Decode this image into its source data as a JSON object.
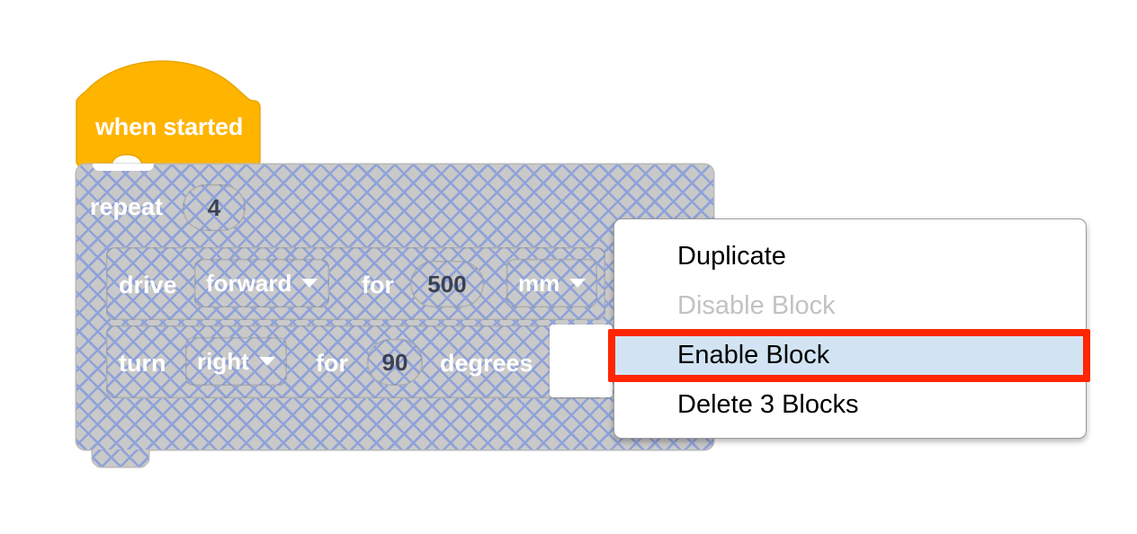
{
  "workspace": {
    "name": "vex-blockly-workspace",
    "background_color": "#ffffff"
  },
  "blocks": {
    "hat": {
      "label": "when started",
      "color": "#ffb400",
      "text_color": "#ffffff",
      "state": "enabled"
    },
    "repeat": {
      "label": "repeat",
      "count": "4",
      "state": "disabled",
      "disabled_fill": "#c9c9c9",
      "hatch_color": "#8fa2d9"
    },
    "drive": {
      "verb": "drive",
      "direction": "forward",
      "preposition": "for",
      "amount": "500",
      "unit": "mm",
      "state": "disabled"
    },
    "turn": {
      "verb": "turn",
      "direction": "right",
      "preposition": "for",
      "amount": "90",
      "unit": "degrees",
      "state": "disabled"
    }
  },
  "context_menu": {
    "items": [
      {
        "label": "Duplicate",
        "state": "enabled"
      },
      {
        "label": "Disable Block",
        "state": "disabled"
      },
      {
        "label": "Enable Block",
        "state": "highlighted"
      },
      {
        "label": "Delete 3 Blocks",
        "state": "enabled"
      }
    ],
    "highlight_color": "#d2e4f3",
    "disabled_text_color": "#c2c2c2",
    "background_color": "#ffffff"
  },
  "annotation": {
    "target": "Enable Block",
    "color": "#ff2600"
  }
}
